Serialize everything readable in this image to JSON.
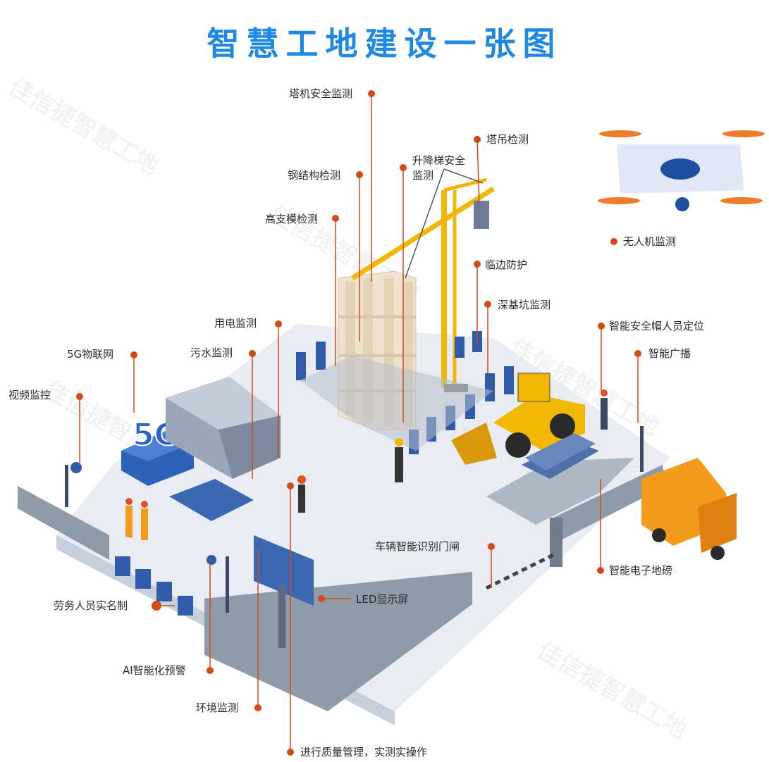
{
  "title": "智慧工地建设一张图",
  "watermark": "佳信捷智慧工地",
  "colors": {
    "title": "#1e88e5",
    "leader": "#d24a17",
    "ground": "#e9edf3",
    "wall": "#8f9bab",
    "crane": "#f2b705",
    "structure": "#efe3cf",
    "barrier": "#2f5ba8",
    "truck": "#f39a1c"
  },
  "labels": {
    "tower_crane_safety": "塔机安全监测",
    "crane_detection": "塔吊检测",
    "hoist_safety_line1": "升降梯安全",
    "hoist_safety_line2": "监测",
    "steel_structure": "钢结构检测",
    "high_formwork": "高支模检测",
    "edge_protection": "临边防护",
    "deep_foundation": "深基坑监测",
    "drone": "无人机监测",
    "power_monitoring": "用电监测",
    "sewage_monitoring": "污水监测",
    "iot_5g": "5G物联网",
    "video_surveillance": "视频监控",
    "helmet_positioning": "智能安全帽人员定位",
    "broadcast": "智能广播",
    "vehicle_gate": "车辆智能识别门闸",
    "weighbridge": "智能电子地磅",
    "led_screen": "LED显示屏",
    "real_name": "劳务人员实名制",
    "ai_warning": "AI智能化预警",
    "environment": "环境监测",
    "quality_mgmt": "进行质量管理，实测实操作"
  },
  "sign_5g": "5G"
}
